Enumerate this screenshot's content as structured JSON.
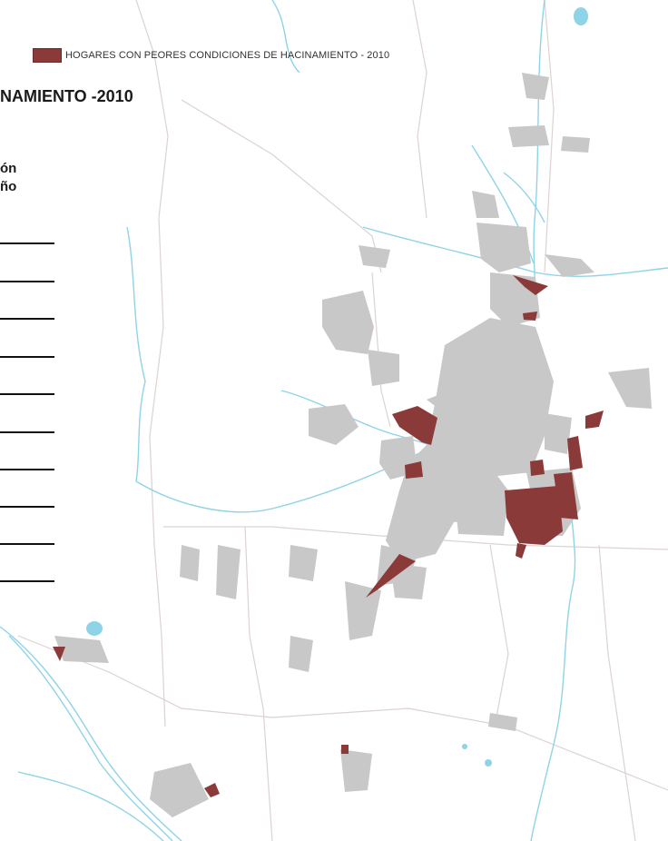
{
  "legend": {
    "label": "HOGARES CON PEORES CONDICIONES DE HACINAMIENTO - 2010",
    "swatch_color": "#8b3a3a"
  },
  "panel": {
    "title": "NAMIENTO -2010",
    "subtitle_lines": [
      "ón",
      "ño"
    ]
  },
  "colors": {
    "urban": "#c8c8c8",
    "highlight": "#8b3a3a",
    "river": "#8fd3e6",
    "boundary": "#d9d0d0"
  }
}
